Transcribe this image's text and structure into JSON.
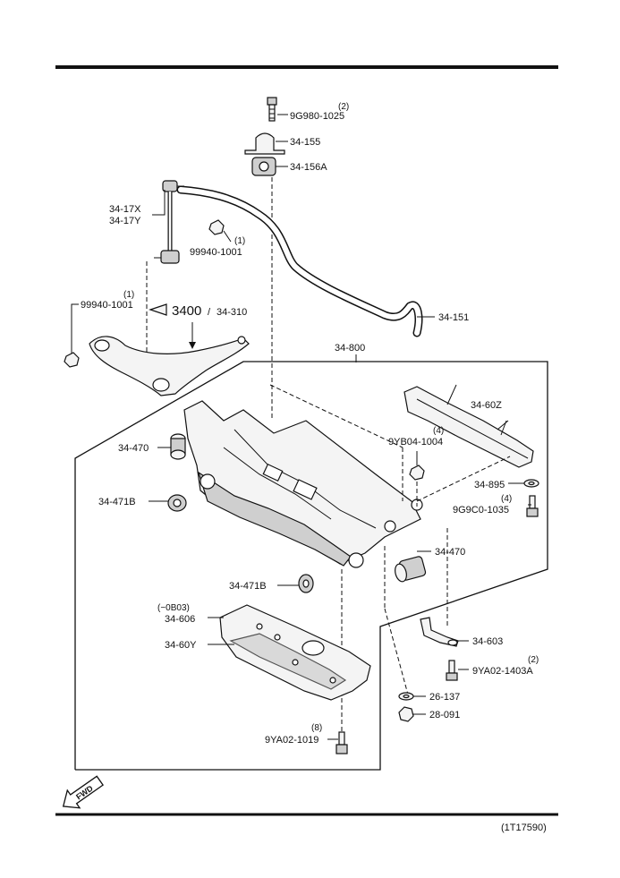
{
  "diagram": {
    "reference_code": "(1T17590)",
    "direction_arrow_label": "FWD",
    "callouts": {
      "bolt_top": {
        "part": "9G980-1025",
        "qty": "(2)"
      },
      "clamp": {
        "part": "34-155"
      },
      "bushing_top": {
        "part": "34-156A"
      },
      "link": {
        "part_a": "34-17X",
        "part_b": "34-17Y"
      },
      "link_nut": {
        "part": "99940-1001",
        "qty": "(1)"
      },
      "arm_nut": {
        "part": "99940-1001",
        "qty": "(1)"
      },
      "lower_arm": {
        "part_ref": "3400",
        "separator": "/",
        "part": "34-310"
      },
      "stabilizer_bar": {
        "part": "34-151"
      },
      "crossmember": {
        "part": "34-800"
      },
      "crossmember_frame": {
        "part": "34-60Z"
      },
      "nut_4": {
        "part": "9YB04-1004",
        "qty": "(4)"
      },
      "bushing_left": {
        "part": "34-470"
      },
      "bushing_cap_left": {
        "part": "34-471B"
      },
      "washer": {
        "part": "34-895"
      },
      "bolt_right": {
        "part": "9G9C0-1035",
        "qty": "(4)"
      },
      "bushing_right": {
        "part": "34-470"
      },
      "bushing_cap_right": {
        "part": "34-471B"
      },
      "undercover_note": {
        "text": "(−0B03)"
      },
      "undercover": {
        "part": "34-606"
      },
      "undercover_y": {
        "part": "34-60Y"
      },
      "bracket": {
        "part": "34-603"
      },
      "bolt_bracket": {
        "part": "9YA02-1403A",
        "qty": "(2)"
      },
      "washer_small": {
        "part": "26-137"
      },
      "nut_small": {
        "part": "28-091"
      },
      "bolt_bottom": {
        "part": "9YA02-1019",
        "qty": "(8)"
      }
    }
  }
}
